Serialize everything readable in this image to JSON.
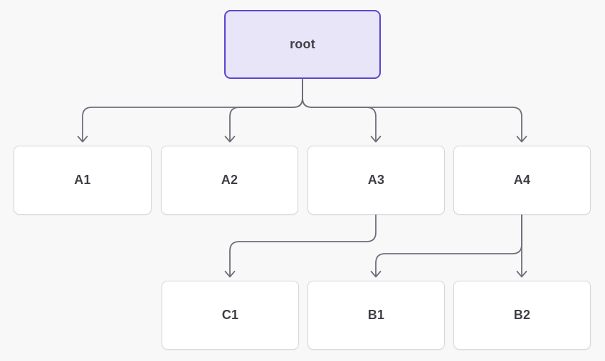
{
  "diagram": {
    "nodes": {
      "root": {
        "label": "root"
      },
      "a1": {
        "label": "A1"
      },
      "a2": {
        "label": "A2"
      },
      "a3": {
        "label": "A3"
      },
      "a4": {
        "label": "A4"
      },
      "c1": {
        "label": "C1"
      },
      "b1": {
        "label": "B1"
      },
      "b2": {
        "label": "B2"
      }
    },
    "edges": [
      {
        "from": "root",
        "to": "A1"
      },
      {
        "from": "root",
        "to": "A2"
      },
      {
        "from": "root",
        "to": "A3"
      },
      {
        "from": "root",
        "to": "A4"
      },
      {
        "from": "A3",
        "to": "C1"
      },
      {
        "from": "A4",
        "to": "B1"
      },
      {
        "from": "A4",
        "to": "B2"
      }
    ]
  },
  "colors": {
    "background": "#f8f8f9",
    "edge": "#6e6e7a",
    "node-border": "#d6d6dc",
    "node-fill": "#ffffff",
    "node-text": "#3f3f46",
    "root-border": "#5b45d1",
    "root-fill": "#e9e5f8"
  }
}
